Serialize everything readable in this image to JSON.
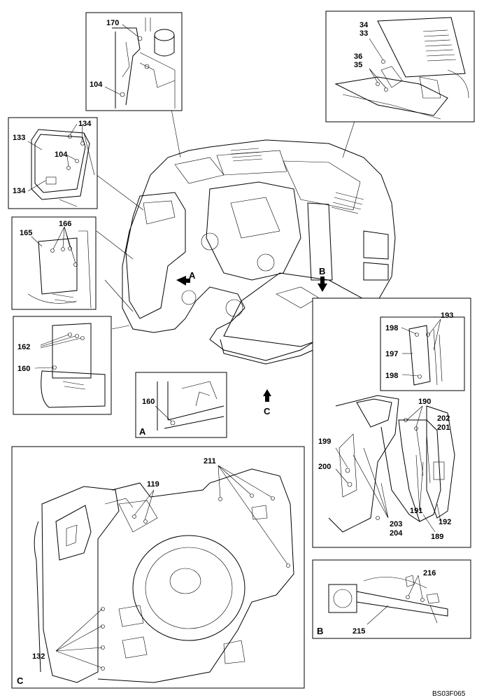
{
  "callouts": {
    "top_left": [
      "170",
      "104"
    ],
    "cover_left": [
      "133",
      "134",
      "104",
      "134"
    ],
    "panel_165": [
      "165",
      "166"
    ],
    "panel_162": [
      "162",
      "160"
    ],
    "detail_a": [
      "160"
    ],
    "top_right": [
      "34",
      "33",
      "36",
      "35"
    ],
    "right_door": [
      "193",
      "198",
      "197",
      "198",
      "190",
      "202",
      "201",
      "199",
      "200",
      "203",
      "204",
      "191",
      "192",
      "189"
    ],
    "bottom_c": [
      "211",
      "119",
      "132"
    ],
    "detail_b": [
      "216",
      "215"
    ]
  },
  "view_letters": {
    "a_arrow": "A",
    "b_arrow": "B",
    "c_arrow": "C",
    "a_detail": "A",
    "b_detail": "B",
    "c_detail": "C"
  },
  "figure_code": "BS03F065"
}
